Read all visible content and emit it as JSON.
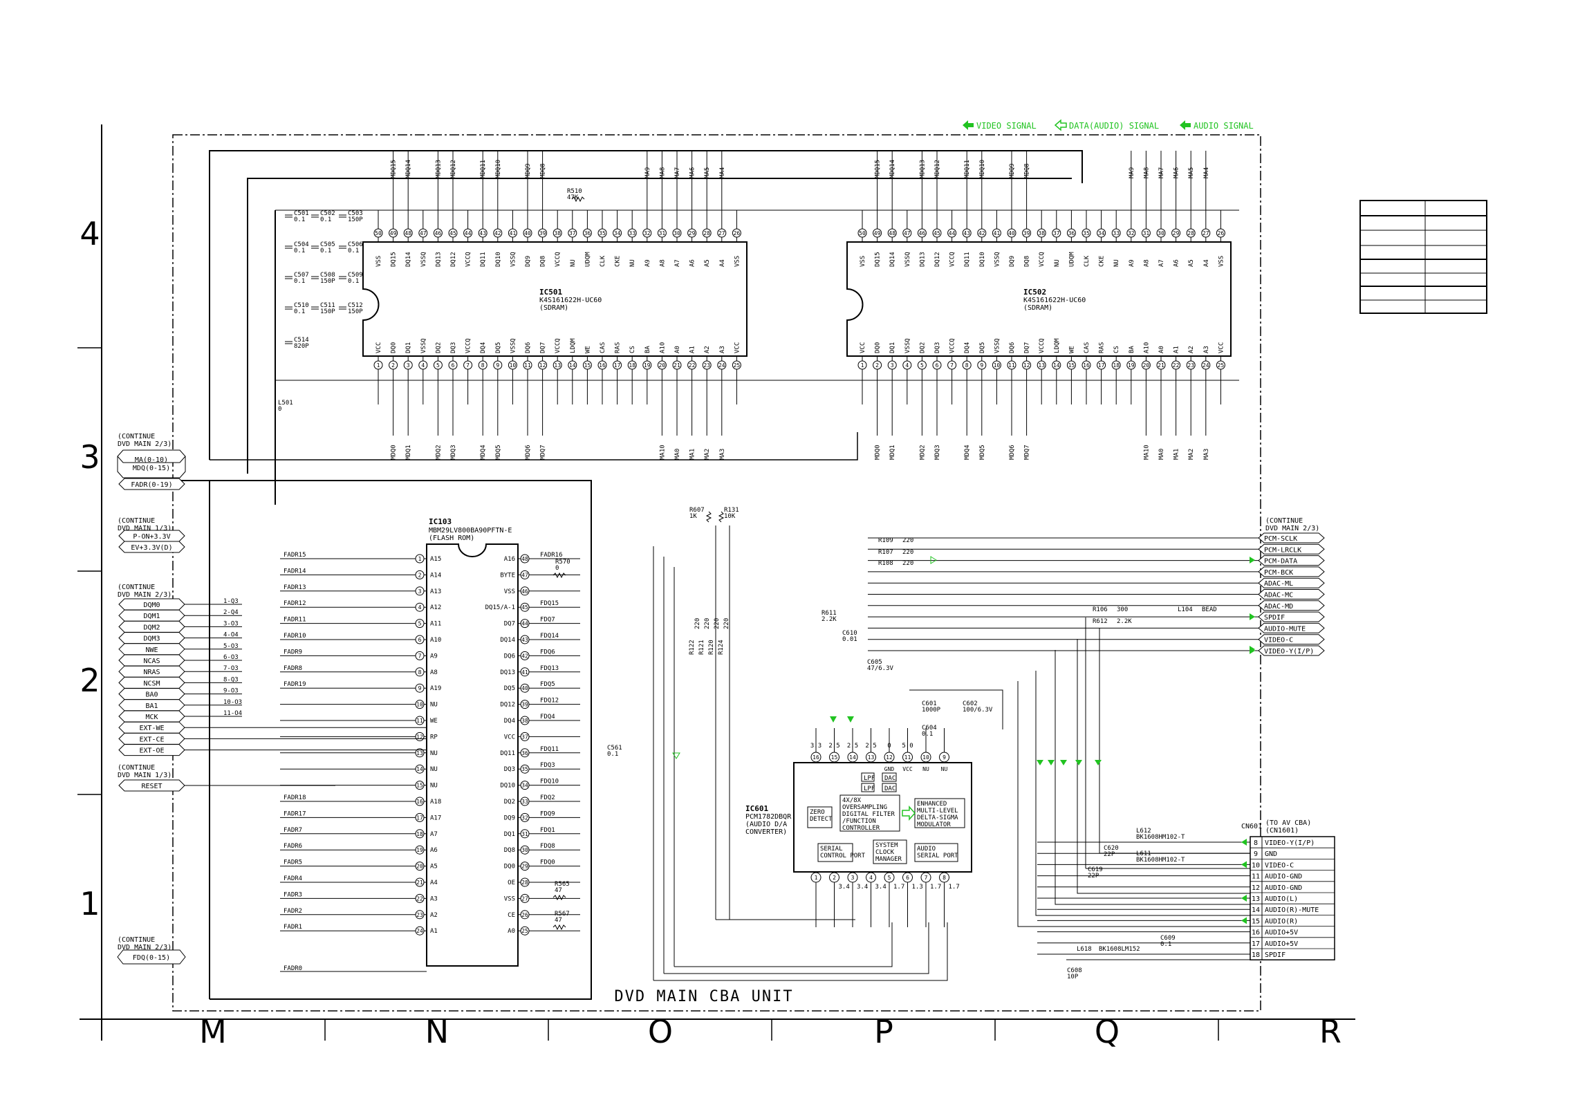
{
  "legend": {
    "video": "VIDEO SIGNAL",
    "data_audio": "DATA(AUDIO) SIGNAL",
    "audio": "AUDIO SIGNAL",
    "video_color": "#21c321"
  },
  "unit_title": "DVD MAIN CBA UNIT",
  "zones_x": [
    "M",
    "N",
    "O",
    "P",
    "Q",
    "R"
  ],
  "zones_y": [
    "4",
    "3",
    "2",
    "1"
  ],
  "ic501": {
    "ref": "IC501",
    "part": "K4S161622H-UC60",
    "desc": "(SDRAM)",
    "top_pins": [
      "VSS",
      "DQ15",
      "DQ14",
      "VSSQ",
      "DQ13",
      "DQ12",
      "VCCQ",
      "DQ11",
      "DQ10",
      "VSSQ",
      "DQ9",
      "DQ8",
      "VCCQ",
      "NU",
      "UDQM",
      "CLK",
      "CKE",
      "NU",
      "A9",
      "A8",
      "A7",
      "A6",
      "A5",
      "A4",
      "VSS"
    ],
    "top_nums": [
      "50",
      "49",
      "48",
      "47",
      "46",
      "45",
      "44",
      "43",
      "42",
      "41",
      "40",
      "39",
      "38",
      "37",
      "36",
      "35",
      "34",
      "33",
      "32",
      "31",
      "30",
      "29",
      "28",
      "27",
      "26"
    ],
    "bot_pins": [
      "VCC",
      "DQ0",
      "DQ1",
      "VSSQ",
      "DQ2",
      "DQ3",
      "VCCQ",
      "DQ4",
      "DQ5",
      "VSSQ",
      "DQ6",
      "DQ7",
      "VCCQ",
      "LDQM",
      "WE",
      "CAS",
      "RAS",
      "CS",
      "BA",
      "A10",
      "A0",
      "A1",
      "A2",
      "A3",
      "VCC"
    ],
    "bot_nums": [
      "1",
      "2",
      "3",
      "4",
      "5",
      "6",
      "7",
      "8",
      "9",
      "10",
      "11",
      "12",
      "13",
      "14",
      "15",
      "16",
      "17",
      "18",
      "19",
      "20",
      "21",
      "22",
      "23",
      "24",
      "25"
    ],
    "top_bus": [
      "MDQ15",
      "MDQ14",
      "MDQ13",
      "MDQ12",
      "MDQ11",
      "MDQ10",
      "MDQ9",
      "MDQ8",
      "MA9",
      "MA8",
      "MA7",
      "MA6",
      "MA5",
      "MA4"
    ],
    "bot_bus": [
      "MDQ0",
      "MDQ1",
      "MDQ2",
      "MDQ3",
      "MDQ4",
      "MDQ5",
      "MDQ6",
      "MDQ7",
      "MA10",
      "MA0",
      "MA1",
      "MA2",
      "MA3"
    ]
  },
  "ic502": {
    "ref": "IC502",
    "part": "K4S161622H-UC60",
    "desc": "(SDRAM)"
  },
  "caps_left": [
    "C501",
    "0.1",
    "C502",
    "0.1",
    "C503",
    "150P",
    "C504",
    "0.1",
    "C505",
    "0.1",
    "C506",
    "0.1",
    "C507",
    "0.1",
    "C508",
    "150P",
    "C509",
    "0.1",
    "C510",
    "0.1",
    "C511",
    "150P",
    "C512",
    "150P",
    "C514",
    "820P",
    "L501",
    "0"
  ],
  "ic103": {
    "ref": "IC103",
    "part": "MBM29LV800BA90PFTN-E",
    "desc": "(FLASH ROM)",
    "left_pins": [
      "A15",
      "A14",
      "A13",
      "A12",
      "A11",
      "A10",
      "A9",
      "A8",
      "A19",
      "NU",
      "WE",
      "RP",
      "NU",
      "NU",
      "NU",
      "A18",
      "A17",
      "A7",
      "A6",
      "A5",
      "A4",
      "A3",
      "A2",
      "A1"
    ],
    "left_nums": [
      "1",
      "2",
      "3",
      "4",
      "5",
      "6",
      "7",
      "8",
      "9",
      "10",
      "11",
      "12",
      "13",
      "14",
      "15",
      "16",
      "17",
      "18",
      "19",
      "20",
      "21",
      "22",
      "23",
      "24"
    ],
    "left_nets": [
      "FADR15",
      "FADR14",
      "FADR13",
      "FADR12",
      "FADR11",
      "FADR10",
      "FADR9",
      "FADR8",
      "FADR19",
      "",
      "",
      "",
      "",
      "",
      "",
      "FADR18",
      "FADR17",
      "FADR7",
      "FADR6",
      "FADR5",
      "FADR4",
      "FADR3",
      "FADR2",
      "FADR1"
    ],
    "right_pins": [
      "A16",
      "BYTE",
      "VSS",
      "DQ15/A-1",
      "DQ7",
      "DQ14",
      "DQ6",
      "DQ13",
      "DQ5",
      "DQ12",
      "DQ4",
      "VCC",
      "DQ11",
      "DQ3",
      "DQ10",
      "DQ2",
      "DQ9",
      "DQ1",
      "DQ8",
      "DQ0",
      "OE",
      "VSS",
      "CE",
      "A0"
    ],
    "right_nums": [
      "48",
      "47",
      "46",
      "45",
      "44",
      "43",
      "42",
      "41",
      "40",
      "39",
      "38",
      "37",
      "36",
      "35",
      "34",
      "33",
      "32",
      "31",
      "30",
      "29",
      "28",
      "27",
      "26",
      "25"
    ],
    "right_nets": [
      "FADR16",
      "",
      "",
      "FDQ15",
      "FDQ7",
      "FDQ14",
      "FDQ6",
      "FDQ13",
      "FDQ5",
      "FDQ12",
      "FDQ4",
      "",
      "FDQ11",
      "FDQ3",
      "FDQ10",
      "FDQ2",
      "FDQ9",
      "FDQ1",
      "FDQ8",
      "FDQ0",
      "",
      "",
      "",
      ""
    ],
    "fadr0": "FADR0"
  },
  "left_connectors": {
    "g1_title": [
      "(CONTINUE",
      "DVD MAIN 2/3)"
    ],
    "g1": [
      "MA(0-10)",
      "MDQ(0-15)"
    ],
    "g1b": [
      "FADR(0-19)"
    ],
    "g2_title": [
      "(CONTINUE",
      "DVD MAIN 1/3)"
    ],
    "g2": [
      "P-ON+3.3V",
      "EV+3.3V(D)"
    ],
    "g3_title": [
      "(CONTINUE",
      "DVD MAIN 2/3)"
    ],
    "g3": [
      "DQM0",
      "DQM1",
      "DQM2",
      "DQM3",
      "NWE",
      "NCAS",
      "NRAS",
      "NCSM",
      "BA0",
      "BA1",
      "MCK",
      "EXT-WE",
      "EXT-CE",
      "EXT-OE"
    ],
    "g3_refs": [
      "1-Q3",
      "2-Q4",
      "3-O3",
      "4-O4",
      "5-O3",
      "6-O3",
      "7-O3",
      "8-Q3",
      "9-O3",
      "10-O3",
      "11-O4",
      "",
      "",
      ""
    ],
    "g4_title": [
      "(CONTINUE",
      "DVD MAIN 1/3)"
    ],
    "g4": [
      "RESET"
    ],
    "g5_title": [
      "(CONTINUE",
      "DVD MAIN 2/3)"
    ],
    "g5": [
      "FDQ(0-15)"
    ]
  },
  "right_connectors": {
    "title": [
      "(CONTINUE",
      "DVD MAIN 2/3)"
    ],
    "items": [
      "PCM-SCLK",
      "PCM-LRCLK",
      "PCM-DATA",
      "PCM-BCK",
      "ADAC-ML",
      "ADAC-MC",
      "ADAC-MD",
      "SPDIF",
      "AUDIO-MUTE",
      "VIDEO-C",
      "VIDEO-Y(I/P)"
    ]
  },
  "ic601": {
    "ref": "IC601",
    "part": "PCM1782DBQR",
    "desc": [
      "(AUDIO D/A",
      "CONVERTER)"
    ],
    "top_nums": [
      "16",
      "15",
      "14",
      "13",
      "12",
      "11",
      "10",
      "9"
    ],
    "top_pins": [
      "",
      "",
      "",
      "",
      "GND",
      "VCC",
      "NU",
      "NU"
    ],
    "top_volts": [
      "3.3",
      "2.5",
      "2.5",
      "2.5",
      "0",
      "5.0",
      "",
      ""
    ],
    "bot_nums": [
      "1",
      "2",
      "3",
      "4",
      "5",
      "6",
      "7",
      "8"
    ],
    "bot_volts": [
      "",
      "3.4",
      "3.4",
      "3.4",
      "1.7",
      "1.3",
      "1.7",
      "1.7"
    ],
    "blocks": [
      "ZERO DETECT",
      "4X/8X OVERSAMPLING DIGITAL FILTER /FUNCTION CONTROLLER",
      "ENHANCED MULTI-LEVEL DELTA-SIGMA MODULATOR",
      "SERIAL CONTROL PORT",
      "SYSTEM CLOCK MANAGER",
      "AUDIO SERIAL PORT",
      "LPF",
      "DAC",
      "LPF",
      "DAC"
    ]
  },
  "cn601": {
    "ref": "CN601",
    "title": [
      "(TO AV CBA)",
      "(CN1601)"
    ],
    "nums": [
      "8",
      "9",
      "10",
      "11",
      "12",
      "13",
      "14",
      "15",
      "16",
      "17",
      "18"
    ],
    "items": [
      "VIDEO-Y(I/P)",
      "GND",
      "VIDEO-C",
      "AUDIO-GND",
      "AUDIO-GND",
      "AUDIO(L)",
      "AUDIO(R)-MUTE",
      "AUDIO(R)",
      "AUDIO+5V",
      "AUDIO+5V",
      "SPDIF"
    ]
  },
  "components": {
    "R510": [
      "R510",
      "47K"
    ],
    "R570": [
      "R570",
      "0"
    ],
    "C561": [
      "C561",
      "0.1"
    ],
    "R565": [
      "R565",
      "47"
    ],
    "R567": [
      "R567",
      "47"
    ],
    "R607": [
      "R607",
      "1K"
    ],
    "R131": [
      "R131",
      "10K"
    ],
    "R109": [
      "R109",
      "220"
    ],
    "R107": [
      "R107",
      "220"
    ],
    "R108": [
      "R108",
      "220"
    ],
    "R106": [
      "R106",
      "300"
    ],
    "L104": [
      "L104",
      "BEAD"
    ],
    "R612": [
      "R612",
      "2.2K"
    ],
    "R611": [
      "R611",
      "2.2K"
    ],
    "C610": [
      "C610",
      "0.01"
    ],
    "C605": [
      "C605",
      "47/6.3V"
    ],
    "C601": [
      "C601",
      "1000P"
    ],
    "C602": [
      "C602",
      "100/6.3V"
    ],
    "C604": [
      "C604",
      "0.1"
    ],
    "L612": [
      "L612",
      "BK1608HM102-T"
    ],
    "L611": [
      "L611",
      "BK1608HM102-T"
    ],
    "C620": [
      "C620",
      "22P"
    ],
    "C619": [
      "C619",
      "22P"
    ],
    "L618": [
      "L618",
      "BK1608LM152"
    ],
    "C609": [
      "C609",
      "0.1"
    ],
    "C608": [
      "C608",
      "10P"
    ],
    "R122": [
      "R122",
      "220"
    ],
    "R121": [
      "R121",
      "220"
    ],
    "R120": [
      "R120",
      "220"
    ],
    "R124": [
      "R124",
      "220"
    ]
  }
}
